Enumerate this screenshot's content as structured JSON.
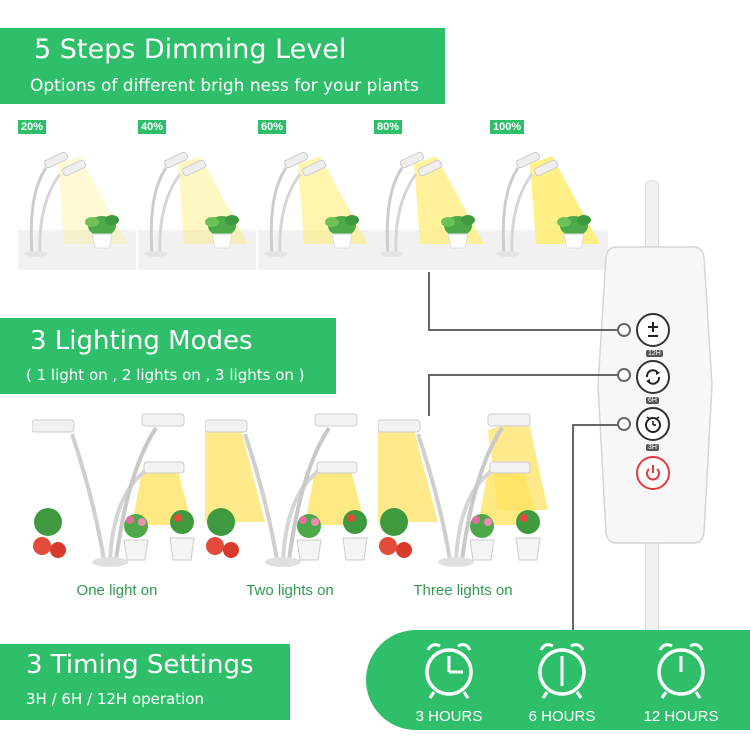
{
  "dimming": {
    "title": "5 Steps Dimming Level",
    "subtitle": "Options of different brigh ness for your plants",
    "levels": [
      {
        "label": "20%",
        "brightness": 0.2
      },
      {
        "label": "40%",
        "brightness": 0.4
      },
      {
        "label": "60%",
        "brightness": 0.6
      },
      {
        "label": "80%",
        "brightness": 0.8
      },
      {
        "label": "100%",
        "brightness": 1.0
      }
    ]
  },
  "lighting": {
    "title": "3 Lighting Modes",
    "subtitle": "( 1 light on , 2 lights on , 3 lights on )",
    "modes": [
      {
        "label": "One light on",
        "lights_on": 1
      },
      {
        "label": "Two lights on",
        "lights_on": 2
      },
      {
        "label": "Three lights on",
        "lights_on": 3
      }
    ]
  },
  "timing": {
    "title": "3 Timing Settings",
    "subtitle": "3H / 6H / 12H operation",
    "options": [
      {
        "label": "3 HOURS",
        "icon": "alarm-clock-3h-icon"
      },
      {
        "label": "6 HOURS",
        "icon": "alarm-clock-6h-icon"
      },
      {
        "label": "12 HOURS",
        "icon": "alarm-clock-12h-icon"
      }
    ]
  },
  "remote": {
    "tags": [
      "12H",
      "6H",
      "3H"
    ],
    "buttons": [
      "dimmer-plus-minus-icon",
      "mode-cycle-icon",
      "timer-clock-icon",
      "power-icon"
    ]
  },
  "colors": {
    "accent": "#2fbf6a",
    "mode_label": "#2e9b4f",
    "power": "#e23b3b"
  }
}
